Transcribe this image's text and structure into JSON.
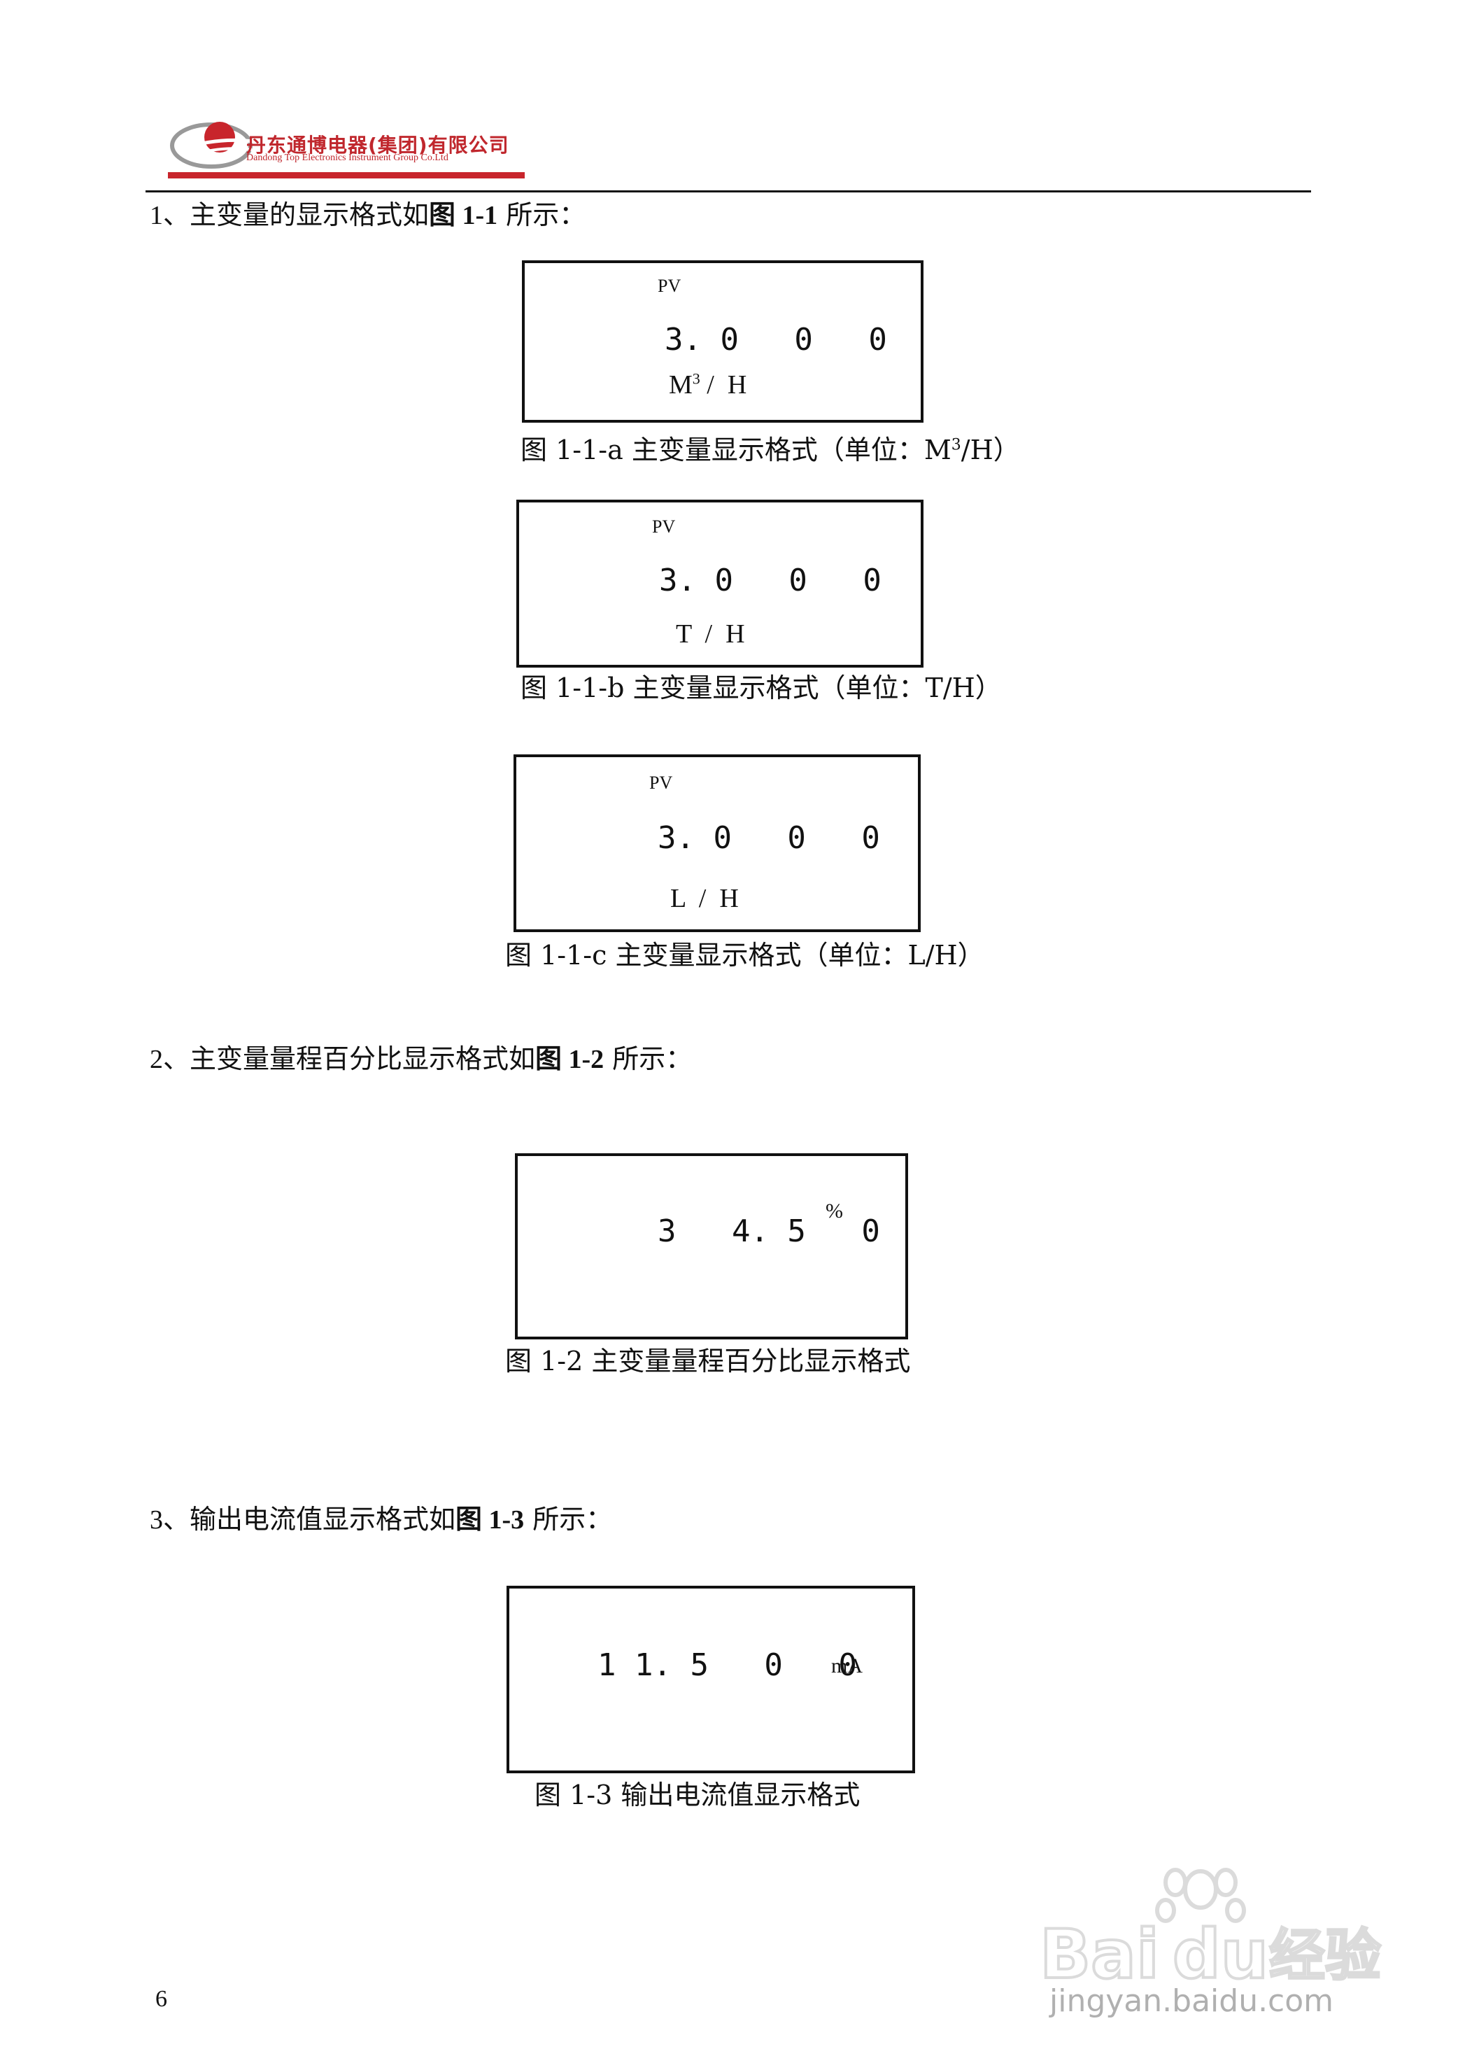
{
  "header": {
    "company_cn": "丹东通博电器(集团)有限公司",
    "company_en": "Dandong Top Electronics Instrument Group Co.Ltd"
  },
  "sections": [
    {
      "num": "1",
      "pre": "、主变量的显示格式如",
      "fig": "图 1-1",
      "post": " 所示："
    },
    {
      "num": "2",
      "pre": "、主变量量程百分比显示格式如",
      "fig": "图 1-2",
      "post": " 所示："
    },
    {
      "num": "3",
      "pre": "、输出电流值显示格式如",
      "fig": "图 1-3",
      "post": " 所示："
    }
  ],
  "figures": {
    "fig_a": {
      "pv": "PV",
      "value": "3. 0   0   0",
      "unit_m": "M",
      "unit_sup": "3",
      "unit_rest": " /  H",
      "caption_pre": "图 1-1-a  主变量显示格式（单位：M",
      "caption_sup": "3",
      "caption_post": "/H）"
    },
    "fig_b": {
      "pv": "PV",
      "value": "3. 0   0   0",
      "unit": "T  /  H",
      "caption": "图 1-1-b  主变量显示格式（单位：T/H）"
    },
    "fig_c": {
      "pv": "PV",
      "value": "3. 0   0   0",
      "unit": "L  /  H",
      "caption": "图 1-1-c  主变量显示格式（单位：L/H）"
    },
    "fig_2": {
      "value": "3   4. 5   0",
      "unit": "%",
      "caption": "图 1-2  主变量量程百分比显示格式"
    },
    "fig_3": {
      "value": "1 1. 5   0   0",
      "unit": "mA",
      "caption": "图 1-3  输出电流值显示格式"
    }
  },
  "page_number": "6",
  "watermark": {
    "brand": "Bai du 经验",
    "url": "jingyan.baidu.com"
  },
  "colors": {
    "brand_red": "#c8252c",
    "text": "#111111"
  }
}
